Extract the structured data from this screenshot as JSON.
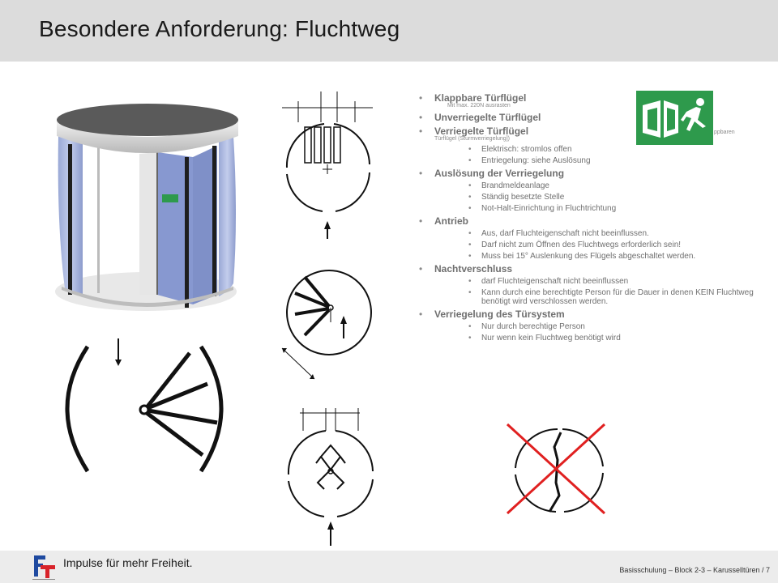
{
  "page": {
    "title": "Besondere Anforderung: Fluchtweg"
  },
  "bullets": [
    {
      "label": "Klappbare Türflügel",
      "note": "Mit max. 220N ausrasten",
      "subs": []
    },
    {
      "label": "Unverriegelte Türflügel",
      "note": "",
      "subs": []
    },
    {
      "label": "Verriegelte Türflügel",
      "note": "Türflügel (Sturmverriegelung])",
      "subs": [
        "Elektrisch: stromlos offen",
        "Entriegelung: siehe Auslösung"
      ]
    },
    {
      "label": "Auslösung der Verriegelung",
      "note": "",
      "subs": [
        "Brandmeldeanlage",
        "Ständig besetzte Stelle",
        "Not-Halt-Einrichtung in Fluchtrichtung"
      ]
    },
    {
      "label": "Antrieb",
      "note": "",
      "subs": [
        "Aus, darf Fluchteigenschaft nicht beeinflussen.",
        "Darf nicht zum Öffnen des Fluchtwegs erforderlich sein!",
        "Muss bei 15° Auslenkung des Flügels abgeschaltet werden."
      ]
    },
    {
      "label": "Nachtverschluss",
      "note": "",
      "subs": [
        "darf Fluchteigenschaft nicht beeinflussen",
        "Kann durch eine berechtigte Person  für die Dauer in denen KEIN Fluchtweg benötigt wird verschlossen werden."
      ]
    },
    {
      "label": "Verriegelung des Türsystem",
      "note": "",
      "subs": [
        "Nur durch berechtige Person",
        "Nur wenn kein Fluchtweg benötigt wird"
      ]
    }
  ],
  "exit_sign": {
    "overflow_text": "ppbaren"
  },
  "footer": {
    "slogan": "Impulse für mehr Freiheit.",
    "note": "Basisschulung – Block 2-3 – Karusselltüren / 7"
  },
  "colors": {
    "header_bg": "#dcdcdc",
    "bullet_text": "#6f6f6f",
    "exit_green": "#2e9a4c",
    "cross_red": "#e02020",
    "logo_blue": "#1f4aa0",
    "logo_red": "#d8232a"
  }
}
